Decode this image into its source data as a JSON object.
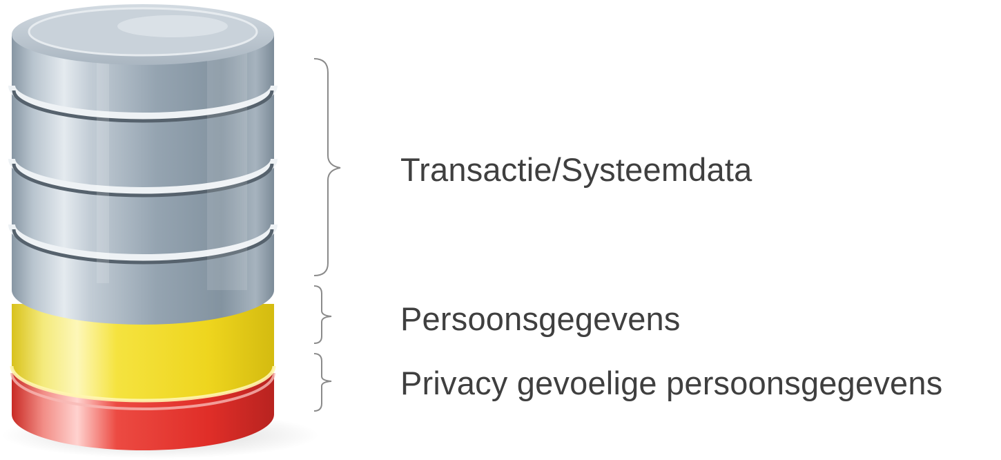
{
  "layers": [
    {
      "label": "Transactie/Systeemdata",
      "color": "#9aa9b6"
    },
    {
      "label": "Persoonsgegevens",
      "color": "#f2e23b"
    },
    {
      "label": "Privacy gevoelige persoonsgegevens",
      "color": "#e8403a"
    }
  ],
  "colors": {
    "text": "#3f3f3f",
    "brace": "#8a8a8a"
  }
}
